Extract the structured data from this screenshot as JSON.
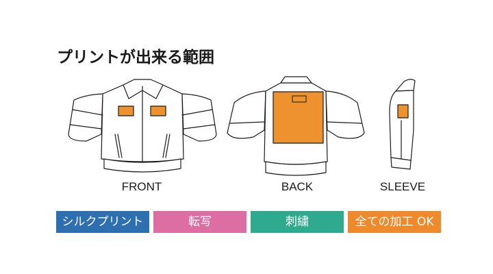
{
  "title": "プリントが出来る範囲",
  "views": {
    "front": "FRONT",
    "back": "BACK",
    "sleeve": "SLEEVE"
  },
  "methods": [
    {
      "label": "シルクプリント",
      "color": "#2d6fb0"
    },
    {
      "label": "転写",
      "color": "#dd6ea3"
    },
    {
      "label": "刺繍",
      "color": "#2faa8f"
    },
    {
      "label": "全ての加工 OK",
      "color": "#ee8a2c"
    }
  ],
  "colors": {
    "print_area": "#ee922f",
    "outline": "#1a1a1a"
  }
}
